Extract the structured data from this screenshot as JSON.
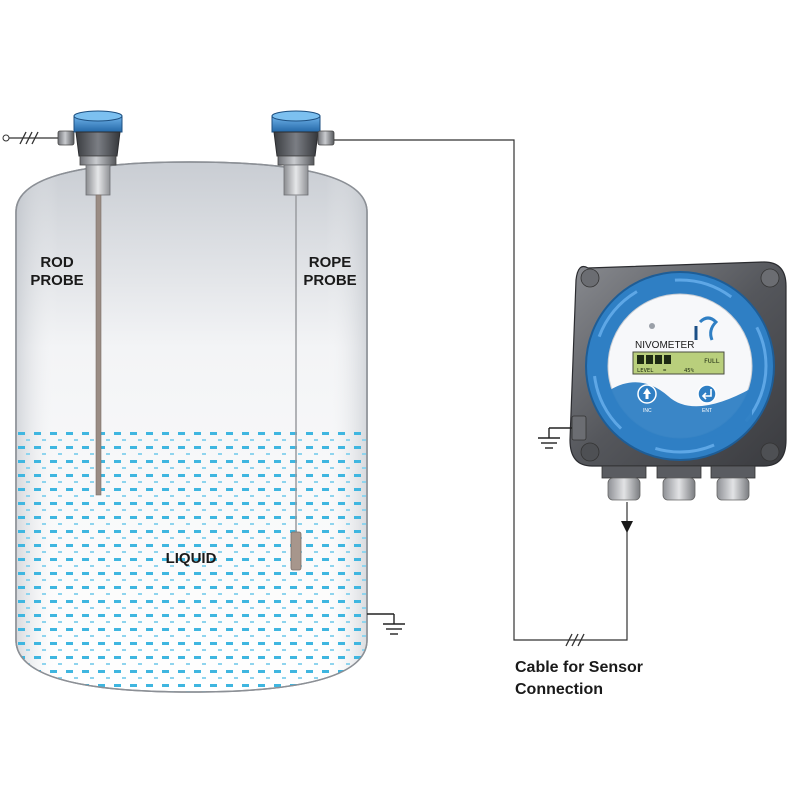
{
  "labels": {
    "rod_line1": "ROD",
    "rod_line2": "PROBE",
    "rope_line1": "ROPE",
    "rope_line2": "PROBE",
    "liquid": "LIQUID",
    "cable_line1": "Cable for Sensor",
    "cable_line2": "Connection"
  },
  "device": {
    "brand": "NIVOMETER",
    "display_status": "FULL",
    "display_level_label": "LEVEL",
    "display_level_sep": "=",
    "display_level_value": "45%",
    "bar_blocks_filled": 4,
    "button_inc": "INC",
    "button_ent": "ENT"
  },
  "colors": {
    "probe_head_blue": "#3a86c8",
    "device_ring_blue": "#2f7fc4",
    "liquid_dash": "#3fb6e0",
    "lcd_green": "#b9cf7c",
    "housing_gray": "#5b5d62"
  },
  "icons": [
    "ground-symbol",
    "cable-break-slashes",
    "arrow-down",
    "arrow-up-icon",
    "enter-icon"
  ]
}
